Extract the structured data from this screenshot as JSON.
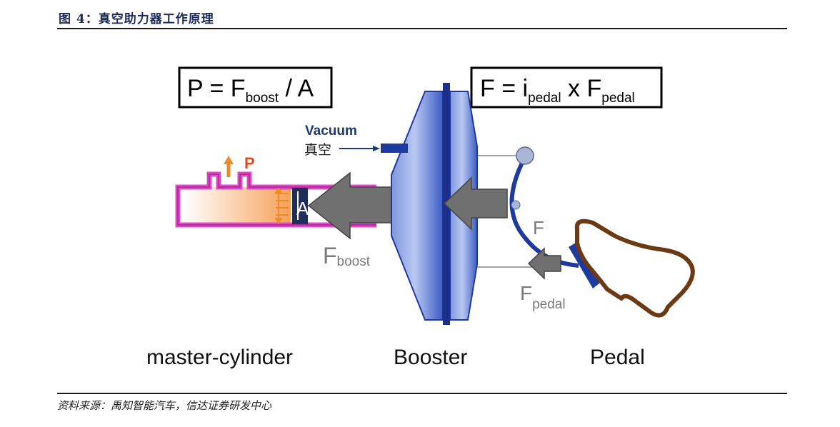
{
  "header": {
    "title": "图 4：真空助力器工作原理"
  },
  "footer": {
    "source": "资料来源：禹知智能汽车，信达证券研发中心"
  },
  "diagram": {
    "formula_left": {
      "lhs": "P = F",
      "sub": "boost",
      "rhs": " / A"
    },
    "formula_right": {
      "lhs": "F = i",
      "sub1": "pedal",
      "mid": " x F",
      "sub2": "pedal"
    },
    "vacuum_label_en": "Vacuum",
    "vacuum_label_cn": "真空",
    "pressure_label": "P",
    "area_label": "A",
    "fboost": {
      "main": "F",
      "sub": "boost"
    },
    "f_label": "F",
    "fpedal": {
      "main": "F",
      "sub": "pedal"
    },
    "labels": {
      "master_cylinder": "master-cylinder",
      "booster": "Booster",
      "pedal": "Pedal"
    },
    "colors": {
      "cylinder": "#e048c8",
      "booster_dark": "#1f3a9e",
      "booster_light": "#8ea6e6",
      "arrow_gray": "#6b6b6b",
      "pedal_brown": "#6b3a14",
      "pressure_orange": "#f08a24",
      "navy": "#1b3a6e"
    }
  }
}
